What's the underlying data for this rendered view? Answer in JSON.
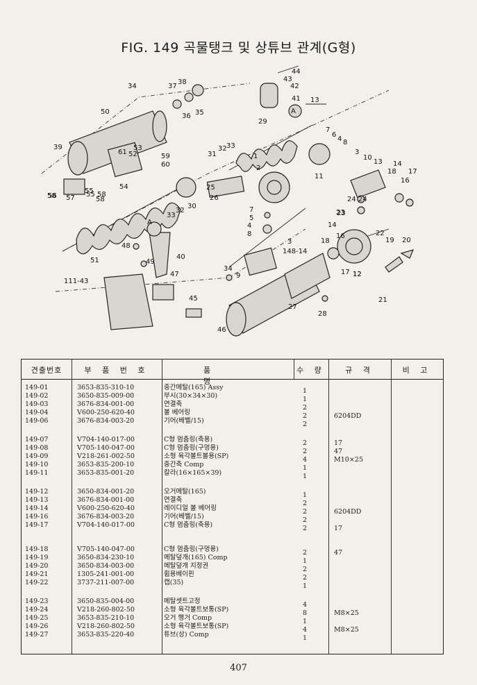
{
  "title": "FIG. 149 곡물탱크 및 상튜브 관계(G형)",
  "diagram_labels": [
    "44",
    "43",
    "42",
    "41",
    "13",
    "34",
    "37",
    "38",
    "35",
    "36",
    "50",
    "A",
    "29",
    "7",
    "6",
    "4",
    "8",
    "3",
    "10",
    "13",
    "18",
    "14",
    "17",
    "16",
    "39",
    "58",
    "52",
    "53",
    "61",
    "55",
    "59",
    "60",
    "31",
    "32",
    "33",
    "1",
    "2",
    "11",
    "25",
    "26",
    "24",
    "23",
    "54",
    "58",
    "56",
    "57",
    "55",
    "58",
    "33",
    "32",
    "30",
    "7",
    "5",
    "4",
    "8",
    "3",
    "148-14",
    "12",
    "22",
    "19",
    "20",
    "48",
    "49",
    "40",
    "A",
    "51",
    "47",
    "34",
    "9",
    "111-43",
    "45",
    "46",
    "27",
    "28",
    "21",
    "14",
    "18",
    "16",
    "17",
    "12",
    "23",
    "24"
  ],
  "table": {
    "headers": [
      "견출번호",
      "부 품 번 호",
      "품 명",
      "수 량",
      "규 격",
      "비 고"
    ],
    "rows": [
      [
        "149-01",
        "3653-835-310-10",
        "중간메탈(165) Assy",
        "1",
        ""
      ],
      [
        "149-02",
        "3650-835-009-00",
        "부시(30×34×30)",
        "1",
        ""
      ],
      [
        "149-03",
        "3676-834-001-00",
        "연결축",
        "2",
        ""
      ],
      [
        "149-04",
        "V600-250-620-40",
        "볼 베어링",
        "2",
        "6204DD"
      ],
      [
        "149-06",
        "3676-834-003-20",
        "기어(베벨/15)",
        "2",
        ""
      ],
      [
        "149-07",
        "V704-140-017-00",
        "C형 멈춤링(축용)",
        "2",
        "17"
      ],
      [
        "149-08",
        "V705-140-047-00",
        "C형 멈춤링(구멍용)",
        "2",
        "47"
      ],
      [
        "149-09",
        "V218-261-002-50",
        "소형 육각볼트볼용(SP)",
        "4",
        "M10×25"
      ],
      [
        "149-10",
        "3653-835-200-10",
        "중간축 Comp",
        "1",
        ""
      ],
      [
        "149-11",
        "3653-835-001-20",
        "칼라(16×165×39)",
        "1",
        ""
      ],
      [
        "149-12",
        "3650-834-001-20",
        "오거메탈(165)",
        "1",
        ""
      ],
      [
        "149-13",
        "3676-834-001-00",
        "연결축",
        "2",
        ""
      ],
      [
        "149-14",
        "V600-250-620-40",
        "레이디얼 볼 베어링",
        "2",
        "6204DD"
      ],
      [
        "149-16",
        "3676-834-003-20",
        "기어(베벨/15)",
        "2",
        ""
      ],
      [
        "149-17",
        "V704-140-017-00",
        "C형 멈춤링(축용)",
        "2",
        "17"
      ],
      [
        "149-18",
        "V705-140-047-00",
        "C형 멈춤링(구멍용)",
        "2",
        "47"
      ],
      [
        "149-19",
        "3650-834-230-10",
        "메탈덮개(165) Comp",
        "1",
        ""
      ],
      [
        "149-20",
        "3650-834-003-00",
        "메탈덮개 지정권",
        "2",
        ""
      ],
      [
        "149-21",
        "1305-241-001-00",
        "휨용베이핀",
        "2",
        ""
      ],
      [
        "149-22",
        "3737-211-007-00",
        "캡(35)",
        "1",
        ""
      ],
      [
        "149-23",
        "3650-835-004-00",
        "메탈셋트고정",
        "4",
        ""
      ],
      [
        "149-24",
        "V218-260-802-50",
        "소형 육각볼트보통(SP)",
        "8",
        "M8×25"
      ],
      [
        "149-25",
        "3653-835-210-10",
        "오거 행거 Comp",
        "1",
        ""
      ],
      [
        "149-26",
        "V218-260-802-50",
        "소형 육각볼트보통(SP)",
        "4",
        "M8×25"
      ],
      [
        "149-27",
        "3653-835-220-40",
        "튜브(상) Comp",
        "1",
        ""
      ]
    ]
  },
  "page_number": "407"
}
